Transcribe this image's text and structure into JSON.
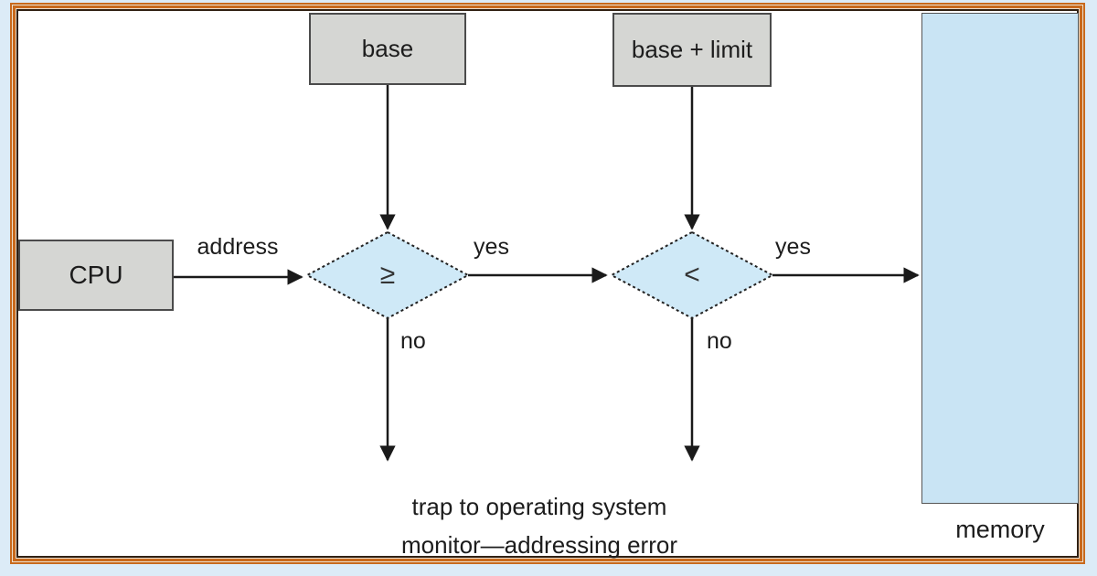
{
  "diagram": {
    "boxes": {
      "base": {
        "label": "base"
      },
      "base_limit": {
        "label": "base + limit"
      },
      "cpu": {
        "label": "CPU"
      },
      "memory": {
        "label": "memory"
      }
    },
    "decisions": {
      "ge": {
        "symbol": "≥"
      },
      "lt": {
        "symbol": "<"
      }
    },
    "labels": {
      "address": "address",
      "yes1": "yes",
      "yes2": "yes",
      "no1": "no",
      "no2": "no",
      "trap_line1": "trap to operating system",
      "trap_line2": "monitor—addressing error"
    },
    "colors": {
      "frame_orange": "#c8691c",
      "frame_gap": "#ecdfcd",
      "frame_inner_dark": "#302012",
      "page_background": "#dcebf7",
      "canvas_background": "#ffffff",
      "register_box_fill": "#d5d6d3",
      "register_box_border": "#4b4b4b",
      "diamond_fill": "#cfe9f7",
      "memory_fill": "#c9e4f4",
      "line_color": "#1a1a1a"
    }
  }
}
